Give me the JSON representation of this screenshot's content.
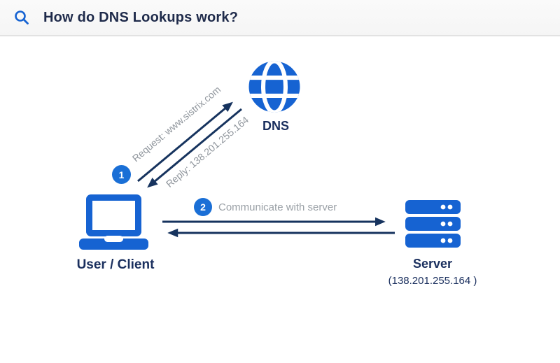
{
  "header": {
    "title": "How do DNS Lookups work?",
    "search_icon": "magnifier"
  },
  "diagram": {
    "dns_node": {
      "label": "DNS",
      "icon": "globe"
    },
    "client_node": {
      "label": "User / Client",
      "icon": "laptop"
    },
    "server_node": {
      "label": "Server",
      "ip": "(138.201.255.164 )",
      "icon": "server-stack"
    },
    "step1": {
      "number": "1",
      "request_label": "Request: www.sistrix.com",
      "reply_label": "Reply: 138.201.255.164"
    },
    "step2": {
      "number": "2",
      "label": "Communicate with server"
    }
  },
  "colors": {
    "accent_blue": "#1663d2",
    "badge_blue": "#1a6fd6",
    "arrow_navy": "#16335e",
    "text_navy": "#1a2f5e",
    "title_navy": "#1e2a4a",
    "muted_gray": "#8f959c",
    "header_bg": "#f7f7f7",
    "header_border": "#e2e2e2",
    "canvas_bg": "#ffffff"
  }
}
